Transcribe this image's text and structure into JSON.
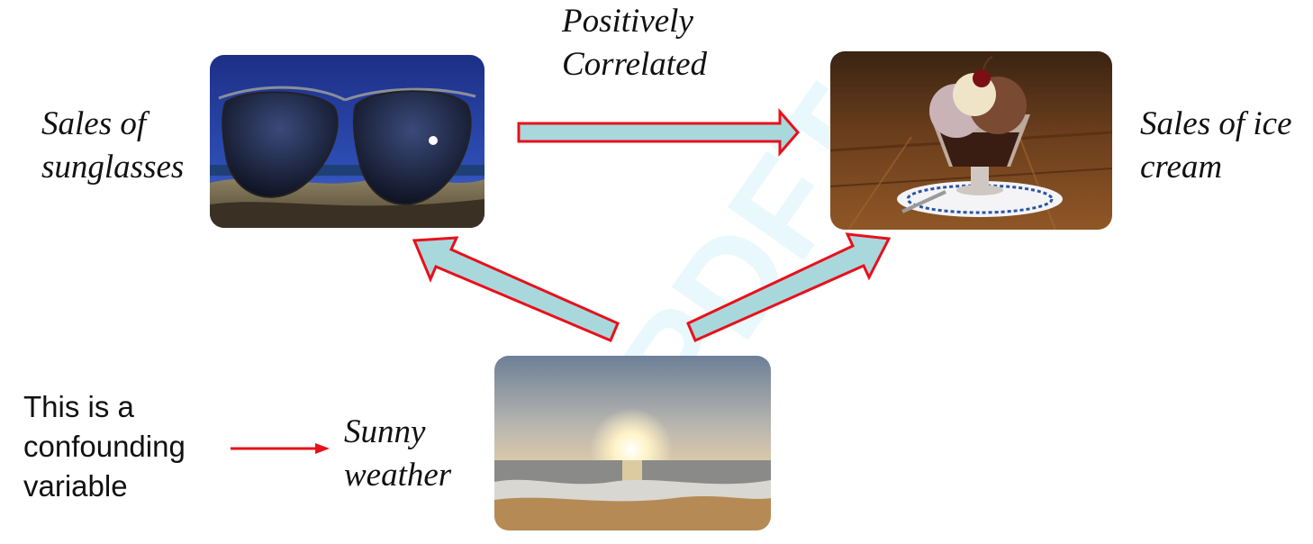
{
  "diagram": {
    "correlation_label": "Positively\nCorrelated",
    "left_node_label": "Sales of\nsunglasses",
    "right_node_label": "Sales of ice\ncream",
    "bottom_node_label": "Sunny\nweather",
    "note_label": "This is a\nconfounding\nvariable"
  },
  "images": {
    "left": "sunglasses-on-beach-photo",
    "right": "ice-cream-sundae-photo",
    "bottom": "sunset-over-sea-photo"
  },
  "colors": {
    "arrow_fill": "#a8d8dc",
    "arrow_stroke": "#e8101c",
    "note_arrow": "#e8101c",
    "watermark": "#9fe0f5"
  }
}
